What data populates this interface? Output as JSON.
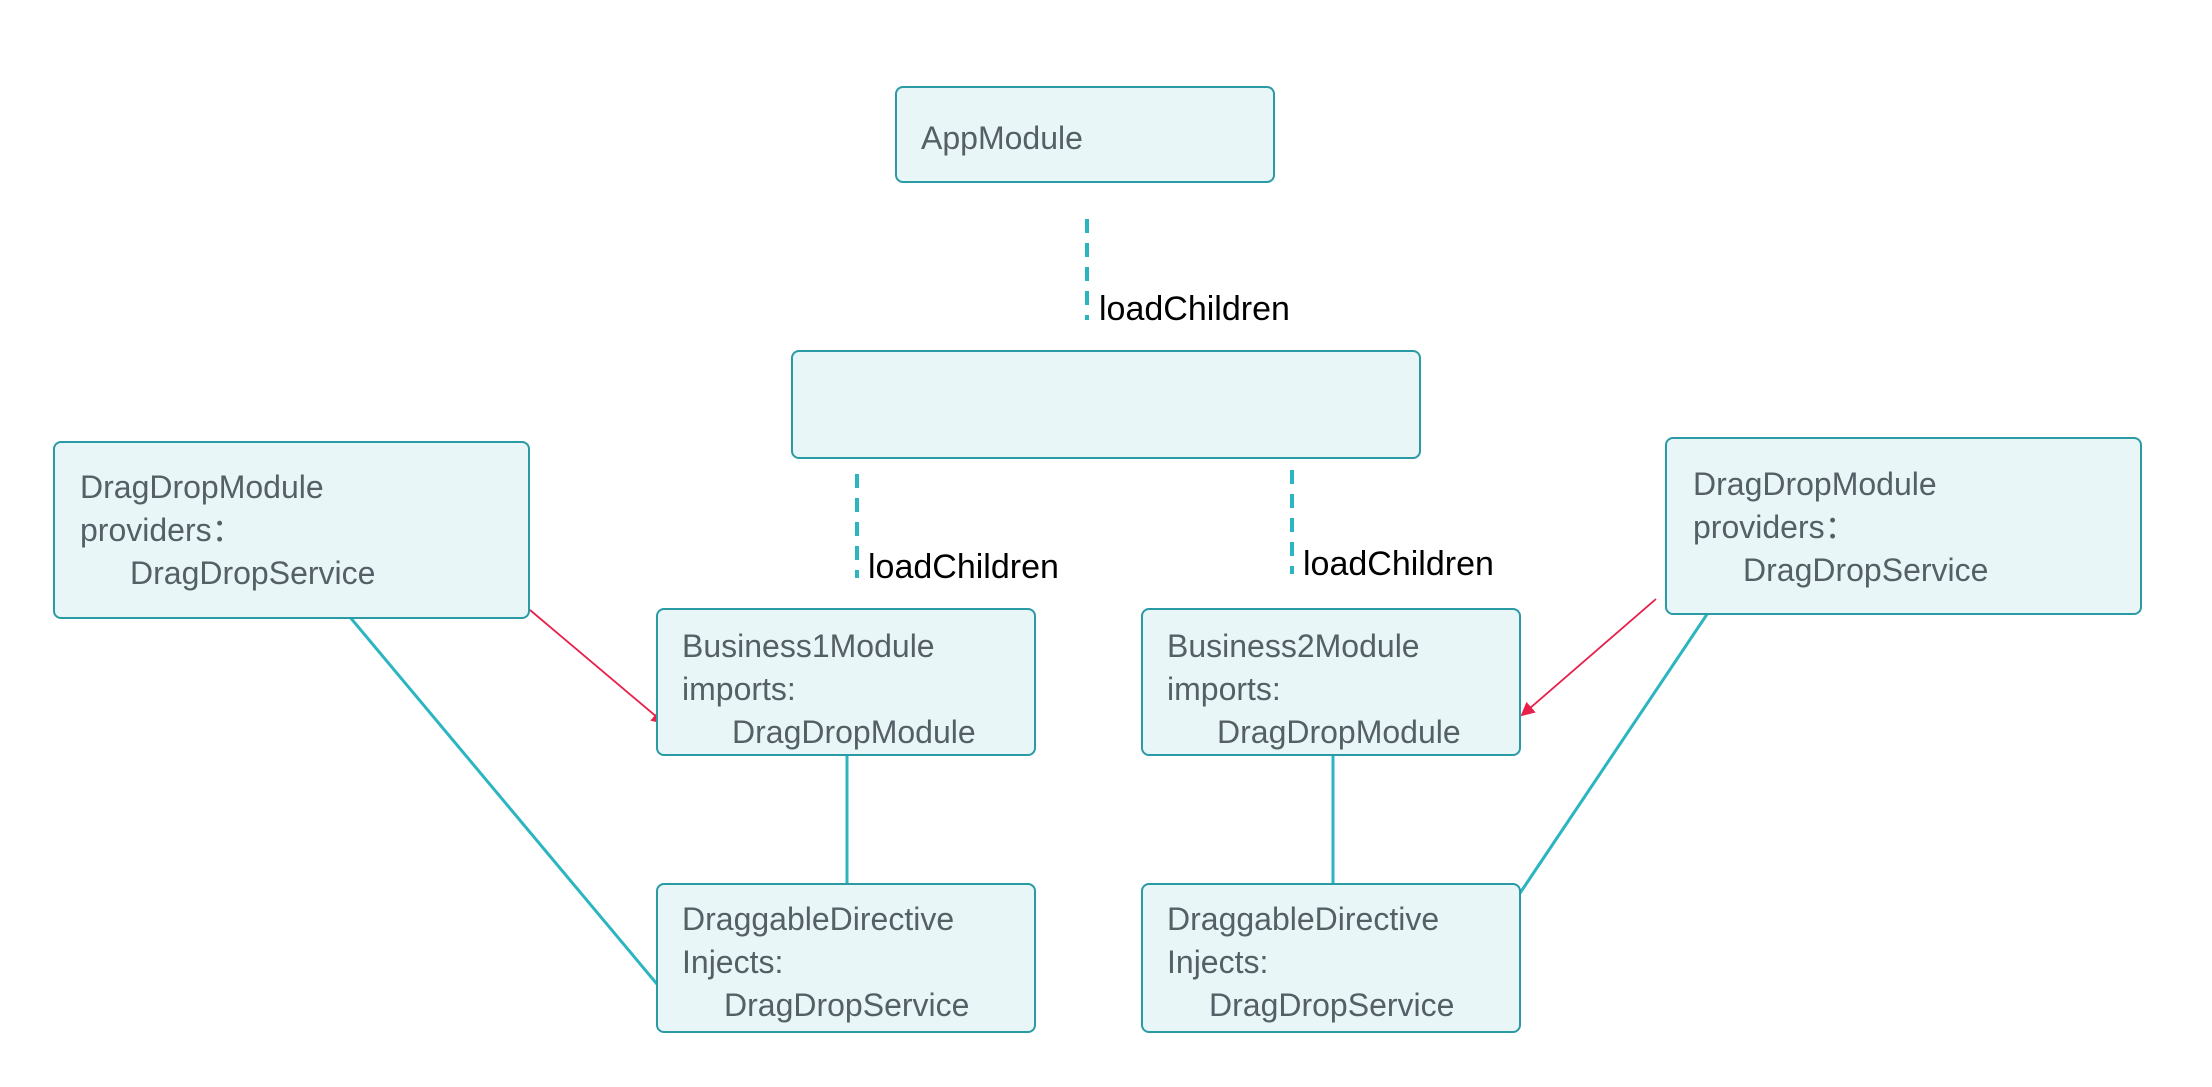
{
  "colors": {
    "box_fill": "#e9f6f8",
    "box_border": "#2a9aa5",
    "connector": "#2ab5c0",
    "injection_arrow": "#2ab5c0",
    "import_arrow": "#e8204a",
    "box_text": "#555f66",
    "label_text": "#000000"
  },
  "nodes": {
    "app_module": {
      "title": "AppModule"
    },
    "lazy_module": {
      "title": ""
    },
    "business1": {
      "title": "Business1Module",
      "section": "imports:",
      "item": "DragDropModule"
    },
    "business2": {
      "title": "Business2Module",
      "section": "imports:",
      "item": "DragDropModule"
    },
    "directive1": {
      "title": "DraggableDirective",
      "section": "Injects:",
      "item": "DragDropService"
    },
    "directive2": {
      "title": "DraggableDirective",
      "section": "Injects:",
      "item": "DragDropService"
    },
    "dragdrop_left": {
      "title": "DragDropModule",
      "section": "providers：",
      "item": "DragDropService"
    },
    "dragdrop_right": {
      "title": "DragDropModule",
      "section": "providers：",
      "item": "DragDropService"
    }
  },
  "edges": {
    "app_to_lazy": {
      "label": "loadChildren",
      "style": "dashed"
    },
    "lazy_to_business1": {
      "label": "loadChildren",
      "style": "dashed"
    },
    "lazy_to_business2": {
      "label": "loadChildren",
      "style": "dashed"
    },
    "business1_to_directive1": {
      "style": "solid"
    },
    "business2_to_directive2": {
      "style": "solid"
    },
    "dragdrop_left_to_business1": {
      "style": "arrow",
      "meaning": "import"
    },
    "dragdrop_right_to_business2": {
      "style": "arrow",
      "meaning": "import"
    },
    "directive1_to_dragdrop_left": {
      "style": "arrow",
      "meaning": "inject"
    },
    "directive2_to_dragdrop_right": {
      "style": "arrow",
      "meaning": "inject"
    }
  }
}
